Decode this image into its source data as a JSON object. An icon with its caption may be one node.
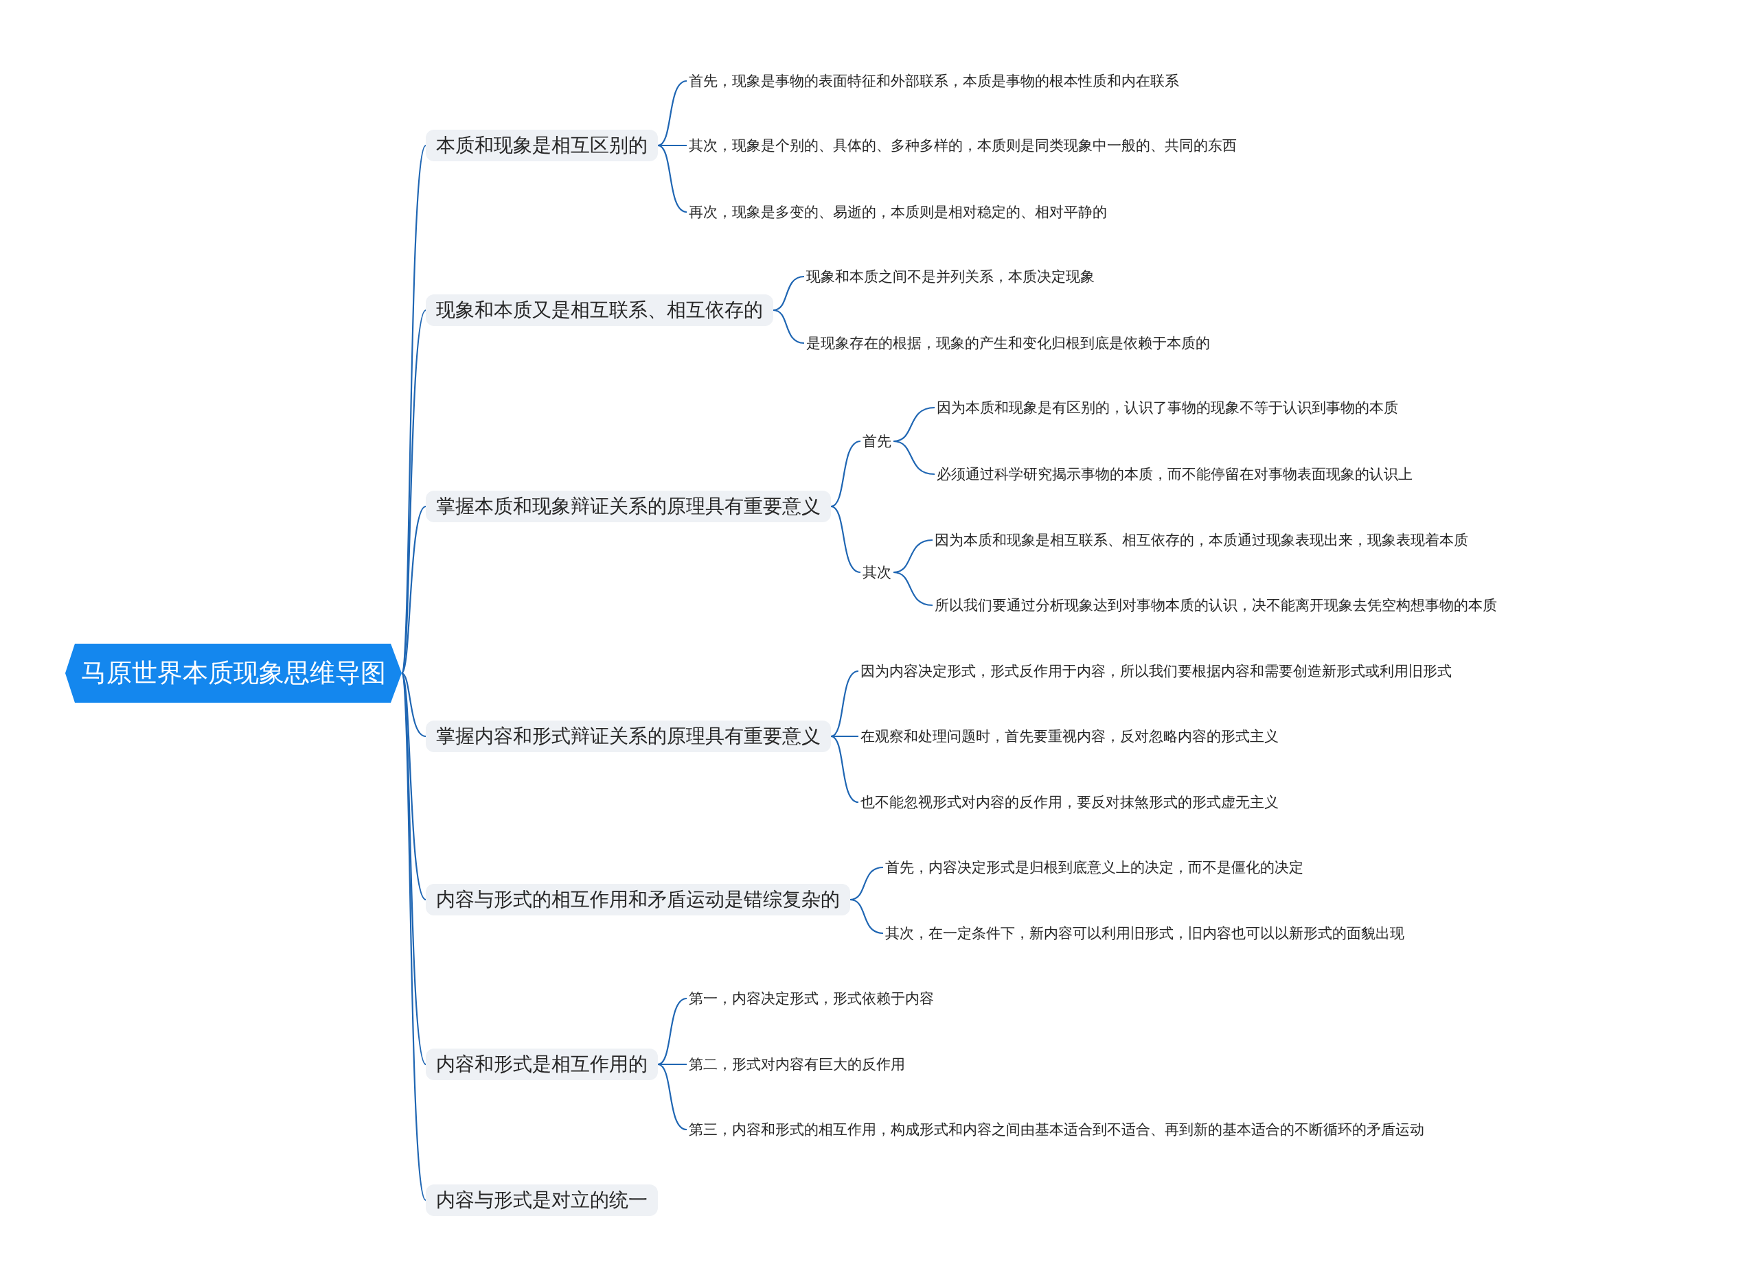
{
  "diagram": {
    "nodes": [
      {
        "text": [
          "马原世界本质现象思维导图"
        ]
      },
      {
        "text": [
          "本质和现象是相互区别的"
        ]
      },
      {
        "text": [
          "首先，现象是事物的表面特征和外部联系，本质是事物的根本性质和内在联系"
        ]
      },
      {
        "text": [
          "其次，现象是个别的、具体的、多种多样的，本质则是同类现象中一般的、共同的东西"
        ]
      },
      {
        "text": [
          "再次，现象是多变的、易逝的，本质则是相对稳定的、相对平静的"
        ]
      },
      {
        "text": [
          "现象和本质又是相互联系、相互依存的"
        ]
      },
      {
        "text": [
          "现象和本质之间不是并列关系，本质决定现象"
        ]
      },
      {
        "text": [
          "是现象存在的根据，现象的产生和变化归根到底是依赖于本质的"
        ]
      },
      {
        "text": [
          "掌握本质和现象辩证关系的原理具有重要意义"
        ]
      },
      {
        "text": [
          "首先"
        ]
      },
      {
        "text": [
          "因为本质和现象是有区别的，认识了事物的现象不等于认识到事物的本质"
        ]
      },
      {
        "text": [
          "必须通过科学研究揭示事物的本质，而不能停留在对事物表面现象的认识上"
        ]
      },
      {
        "text": [
          "其次"
        ]
      },
      {
        "text": [
          "因为本质和现象是相互联系、相互依存的，本质通过现象表现出来，现象表现着本质"
        ]
      },
      {
        "text": [
          "所以我们要通过分析现象达到对事物本质的认识，决不能离开现象去凭空构想事物的本质"
        ]
      },
      {
        "text": [
          "掌握内容和形式辩证关系的原理具有重要意义"
        ]
      },
      {
        "text": [
          "因为内容决定形式，形式反作用于内容，所以我们要根据内容和需要创造新形式或利用旧形式"
        ]
      },
      {
        "text": [
          "在观察和处理问题时，首先要重视内容，反对忽略内容的形式主义"
        ]
      },
      {
        "text": [
          "也不能忽视形式对内容的反作用，要反对抹煞形式的形式虚无主义"
        ]
      },
      {
        "text": [
          "内容与形式的相互作用和矛盾运动是错综复杂的"
        ]
      },
      {
        "text": [
          "首先，内容决定形式是归根到底意义上的决定，而不是僵化的决定"
        ]
      },
      {
        "text": [
          "其次，在一定条件下，新内容可以利用旧形式，旧内容也可以以新形式的面貌出现"
        ]
      },
      {
        "text": [
          "内容和形式是相互作用的"
        ]
      },
      {
        "text": [
          "第一，内容决定形式，形式依赖于内容"
        ]
      },
      {
        "text": [
          "第二，形式对内容有巨大的反作用"
        ]
      },
      {
        "text": [
          "第三，内容和形式的相互作用，构成形式和内容之间由基本适合到不适合、再到新的基本适合的不断循环的矛盾运动"
        ]
      },
      {
        "text": [
          "内容与形式是对立的统一"
        ]
      }
    ],
    "edges": [
      {
        "from": 0,
        "to": 1,
        "arrow": "none"
      },
      {
        "from": 0,
        "to": 5,
        "arrow": "none"
      },
      {
        "from": 0,
        "to": 8,
        "arrow": "none"
      },
      {
        "from": 0,
        "to": 15,
        "arrow": "none"
      },
      {
        "from": 0,
        "to": 19,
        "arrow": "none"
      },
      {
        "from": 0,
        "to": 22,
        "arrow": "none"
      },
      {
        "from": 0,
        "to": 26,
        "arrow": "none"
      },
      {
        "from": 1,
        "to": 2,
        "arrow": "none"
      },
      {
        "from": 1,
        "to": 3,
        "arrow": "none"
      },
      {
        "from": 1,
        "to": 4,
        "arrow": "none"
      },
      {
        "from": 5,
        "to": 6,
        "arrow": "none"
      },
      {
        "from": 5,
        "to": 7,
        "arrow": "none"
      },
      {
        "from": 8,
        "to": 9,
        "arrow": "none"
      },
      {
        "from": 8,
        "to": 12,
        "arrow": "none"
      },
      {
        "from": 9,
        "to": 10,
        "arrow": "none"
      },
      {
        "from": 9,
        "to": 11,
        "arrow": "none"
      },
      {
        "from": 12,
        "to": 13,
        "arrow": "none"
      },
      {
        "from": 12,
        "to": 14,
        "arrow": "none"
      },
      {
        "from": 15,
        "to": 16,
        "arrow": "none"
      },
      {
        "from": 15,
        "to": 17,
        "arrow": "none"
      },
      {
        "from": 15,
        "to": 18,
        "arrow": "none"
      },
      {
        "from": 19,
        "to": 20,
        "arrow": "none"
      },
      {
        "from": 19,
        "to": 21,
        "arrow": "none"
      },
      {
        "from": 22,
        "to": 23,
        "arrow": "none"
      },
      {
        "from": 22,
        "to": 24,
        "arrow": "none"
      },
      {
        "from": 22,
        "to": 25,
        "arrow": "none"
      }
    ]
  }
}
